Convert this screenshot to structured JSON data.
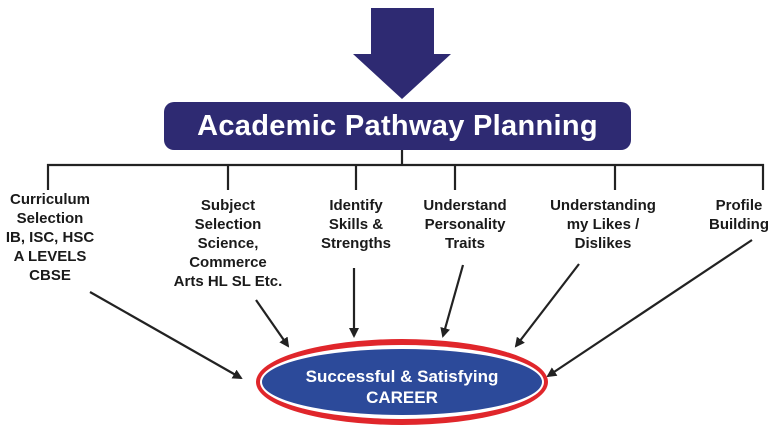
{
  "title": "Academic Pathway Planning",
  "nodes": [
    {
      "lines": [
        "Curriculum",
        "Selection",
        "IB, ISC, HSC",
        "A LEVELS",
        "CBSE"
      ]
    },
    {
      "lines": [
        "Subject",
        "Selection",
        "Science,",
        "Commerce",
        "Arts HL SL Etc."
      ]
    },
    {
      "lines": [
        "Identify",
        "Skills &",
        "Strengths"
      ]
    },
    {
      "lines": [
        "Understand",
        "Personality",
        "Traits"
      ]
    },
    {
      "lines": [
        "Understanding",
        "my Likes /",
        "Dislikes"
      ]
    },
    {
      "lines": [
        "Profile",
        "Building"
      ]
    }
  ],
  "career": {
    "line1": "Successful & Satisfying",
    "line2": "CAREER"
  },
  "colors": {
    "primary": "#2e2a72",
    "ellipse_fill": "#2c4a9a",
    "ellipse_ring": "#e0262b",
    "connector": "#222222",
    "text": "#1a1a1a"
  }
}
